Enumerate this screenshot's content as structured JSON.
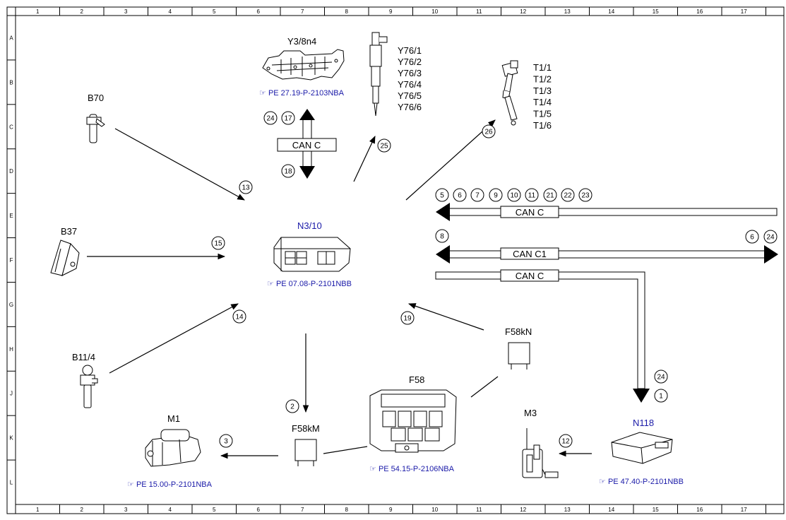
{
  "grid": {
    "columns": [
      "1",
      "2",
      "3",
      "4",
      "5",
      "6",
      "7",
      "8",
      "9",
      "10",
      "11",
      "12",
      "13",
      "14",
      "15",
      "16",
      "17"
    ],
    "rows": [
      "A",
      "B",
      "C",
      "D",
      "E",
      "F",
      "G",
      "H",
      "J",
      "K",
      "L"
    ]
  },
  "components": {
    "y3_8n4": {
      "label": "Y3/8n4",
      "ref": "PE 27.19-P-2103NBA"
    },
    "y76": {
      "labels": [
        "Y76/1",
        "Y76/2",
        "Y76/3",
        "Y76/4",
        "Y76/5",
        "Y76/6"
      ]
    },
    "t1": {
      "labels": [
        "T1/1",
        "T1/2",
        "T1/3",
        "T1/4",
        "T1/5",
        "T1/6"
      ]
    },
    "b70": {
      "label": "B70"
    },
    "b37": {
      "label": "B37"
    },
    "b11_4": {
      "label": "B11/4"
    },
    "n3_10": {
      "label": "N3/10",
      "ref": "PE 07.08-P-2101NBB"
    },
    "f58kn": {
      "label": "F58kN"
    },
    "f58": {
      "label": "F58",
      "ref": "PE 54.15-P-2106NBA"
    },
    "f58km": {
      "label": "F58kM"
    },
    "m1": {
      "label": "M1",
      "ref": "PE 15.00-P-2101NBA"
    },
    "m3": {
      "label": "M3"
    },
    "n118": {
      "label": "N118",
      "ref": "PE 47.40-P-2101NBB"
    }
  },
  "buses": {
    "can_c_top": "CAN C",
    "can_c_right1": "CAN C",
    "can_c1": "CAN C1",
    "can_c_right2": "CAN C"
  },
  "signals": {
    "s24a": "24",
    "s17": "17",
    "s18": "18",
    "s25": "25",
    "s26": "26",
    "s13": "13",
    "s15": "15",
    "s14": "14",
    "s19": "19",
    "s2": "2",
    "s3": "3",
    "s12": "12",
    "s24b": "24",
    "s1": "1",
    "s8": "8",
    "s6b": "6",
    "s24c": "24",
    "row": [
      "5",
      "6",
      "7",
      "9",
      "10",
      "11",
      "21",
      "22",
      "23"
    ]
  }
}
